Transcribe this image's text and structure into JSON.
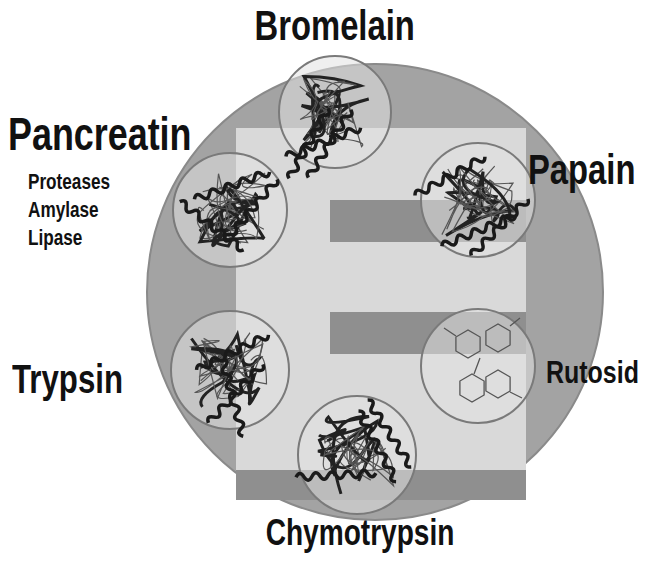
{
  "diagram": {
    "nodes": [
      {
        "text": [
          "Bromelain"
        ]
      },
      {
        "text": [
          "Papain"
        ]
      },
      {
        "text": [
          "Rutosid"
        ]
      },
      {
        "text": [
          "Chymotrypsin"
        ]
      },
      {
        "text": [
          "Trypsin"
        ]
      },
      {
        "text": [
          "Pancreatin",
          "Proteases Amylase Lipase"
        ]
      }
    ]
  }
}
